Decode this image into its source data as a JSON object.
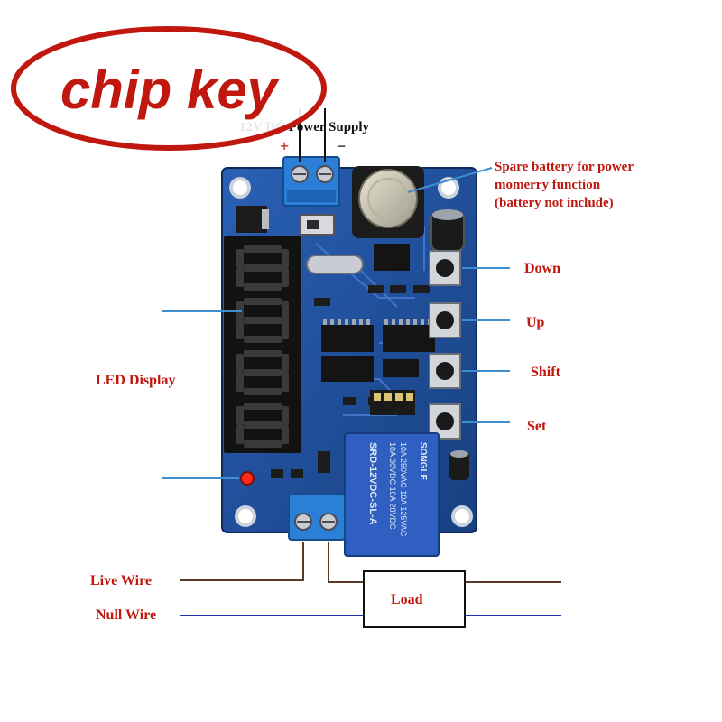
{
  "logo": {
    "text": "chip key"
  },
  "power": {
    "title": "12V DC Power Supply",
    "plus": "+",
    "minus": "−"
  },
  "callouts": {
    "battery_lines": [
      "Spare battery for power",
      "momerry function",
      "(battery not include)"
    ],
    "down": "Down",
    "up": "Up",
    "shift": "Shift",
    "set": "Set",
    "led_display": "LED Display"
  },
  "wiring": {
    "live": "Live Wire",
    "null": "Null Wire",
    "load": "Load"
  },
  "relay": {
    "brand": "SONGLE",
    "model": "SRD-12VDC-SL-A",
    "ratings": [
      "10A 250VAC 10A 125VAC",
      "10A 30VDC 10A 28VDC"
    ]
  },
  "colors": {
    "label_red": "#c0170f",
    "pcb_blue": "#1f4f9e",
    "relay_blue": "#2f5fc0",
    "terminal_blue": "#2c7fd6",
    "live_wire": "#5b3a23",
    "null_wire": "#1b2fb0",
    "leader_line": "#3d8fd0"
  }
}
